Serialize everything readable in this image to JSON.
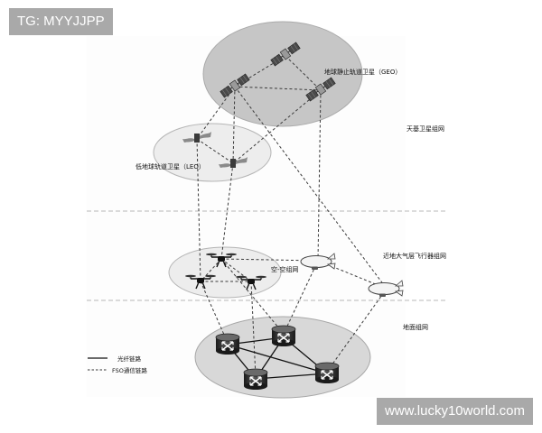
{
  "overlays": {
    "tag": "TG: MYYJJPP",
    "watermark": "www.lucky10world.com"
  },
  "layers": {
    "space": "天基卫星组网",
    "near_space": "近地大气层飞行器组网",
    "ground": "地面组网"
  },
  "nodes": {
    "geo_label": "地球静止轨道卫星（GEO）",
    "leo_label": "低地球轨道卫星（LEO）",
    "uav_label": "空-空组网"
  },
  "legend": {
    "fiber": "光纤链路",
    "fso": "FSO通信链路"
  },
  "icons": {
    "satellite": "satellite-icon",
    "drone": "drone-icon",
    "airship": "airship-icon",
    "router": "router-icon"
  },
  "colors": {
    "ellipse_fill": "#c8c8c8",
    "ellipse_stroke": "#b0b0b0",
    "line": "#3a3a3a",
    "overlay_bg": "#969696"
  }
}
